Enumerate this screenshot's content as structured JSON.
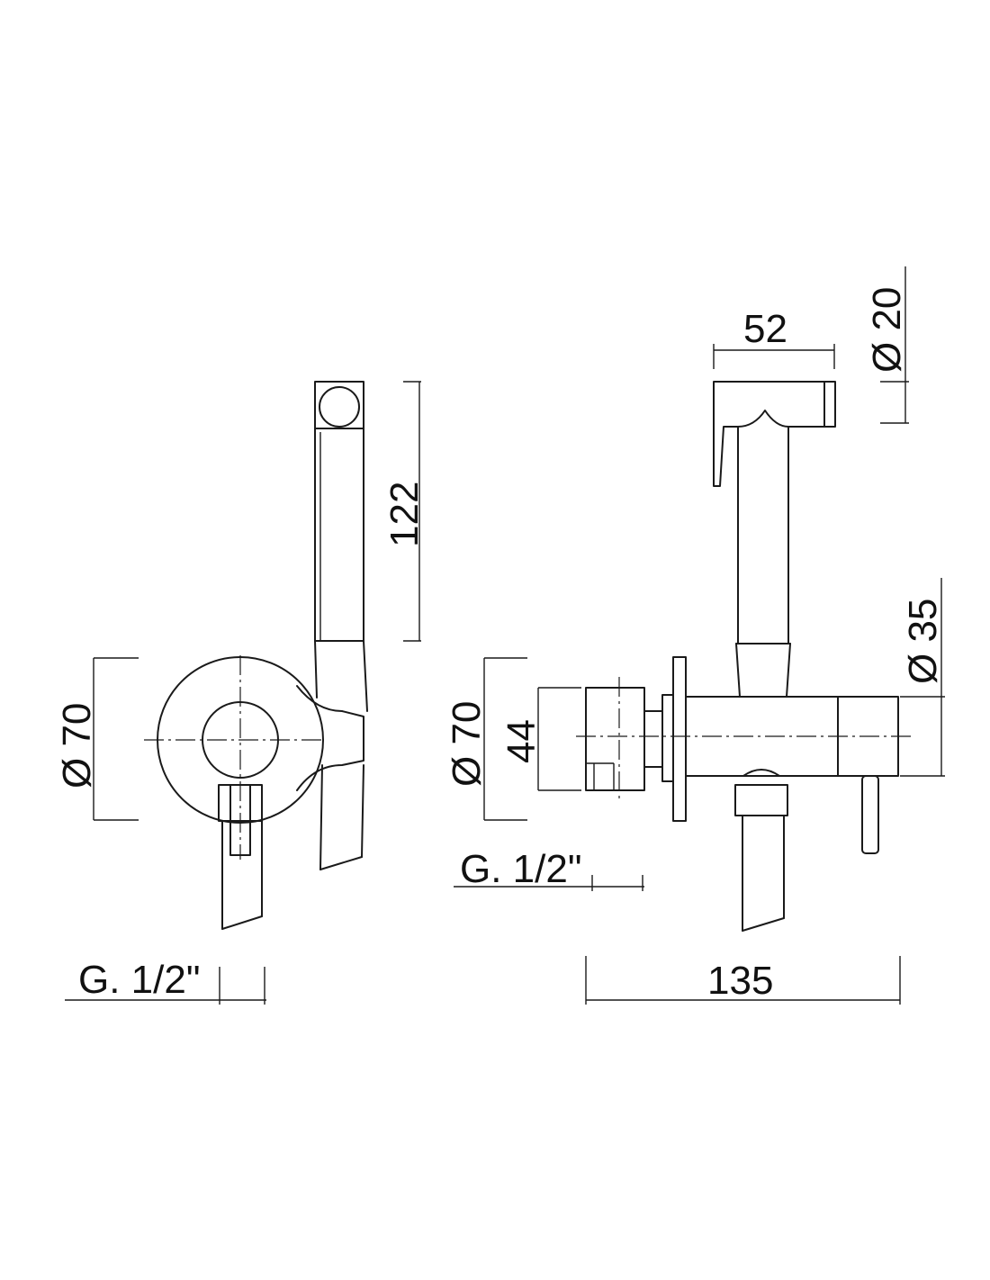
{
  "dimensions": {
    "front_diameter": "Ø 70",
    "front_thread": "G. 1/2\"",
    "hose_length": "122",
    "side_flange_diameter": "Ø 70",
    "side_body_height": "44",
    "side_thread": "G. 1/2\"",
    "sprayer_length": "52",
    "sprayer_diameter": "Ø 20",
    "body_diameter": "Ø 35",
    "total_depth": "135"
  }
}
